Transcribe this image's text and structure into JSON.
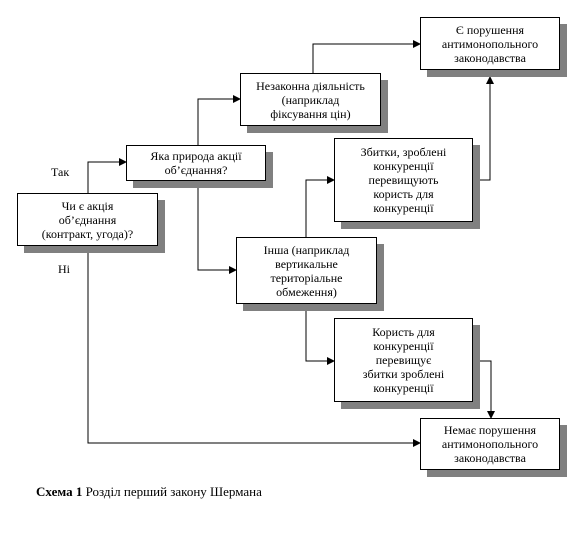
{
  "nodes": {
    "question": "Чи є акція\nоб’єднання\n(контракт, угода)?",
    "nature": "Яка природа акції\nоб’єднання?",
    "illegal": "Незаконна діяльність\n(наприклад\nфіксування цін)",
    "violation": "Є порушення\nантимонопольного\nзаконодавства",
    "harm": "Збитки, зроблені\nконкуренції\nперевищують\nкористь для\nконкуренції",
    "other": "Інша (наприклад\nвертикальне\nтериторіальне\nобмеження)",
    "benefit": "Користь для\nконкуренції\nперевищує\nзбитки зроблені\nконкуренції",
    "no_violation": "Немає порушення\nантимонопольного\nзаконодавства"
  },
  "labels": {
    "yes": "Так",
    "no": "Ні"
  },
  "caption": {
    "bold": "Схема 1",
    "text": " Розділ перший закону Шермана"
  },
  "colors": {
    "shadow": "#808080",
    "line": "#000000"
  }
}
